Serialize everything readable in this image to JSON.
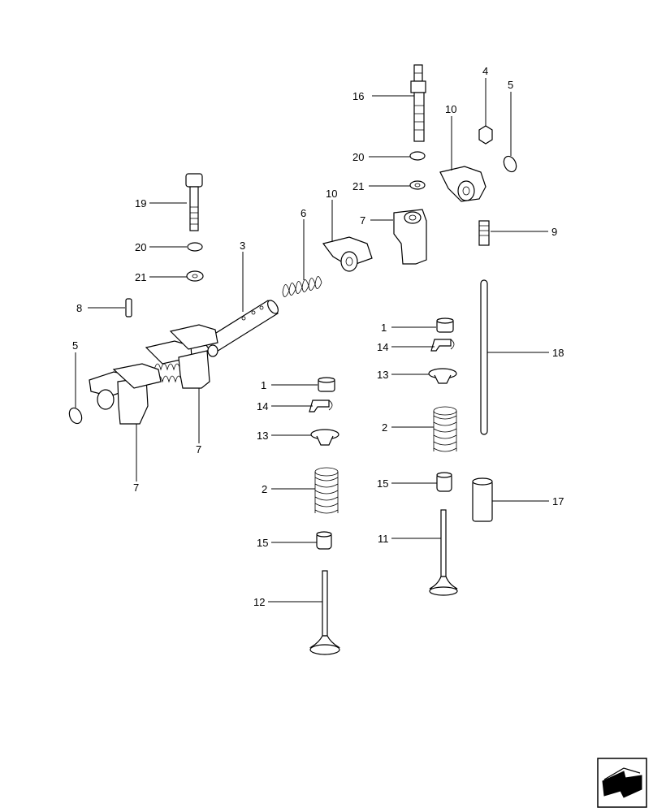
{
  "callouts": {
    "c1a": "1",
    "c1b": "1",
    "c2a": "2",
    "c2b": "2",
    "c3": "3",
    "c4": "4",
    "c5a": "5",
    "c5b": "5",
    "c6": "6",
    "c7a": "7",
    "c7b": "7",
    "c7c": "7",
    "c8": "8",
    "c9": "9",
    "c10a": "10",
    "c10b": "10",
    "c11": "11",
    "c12": "12",
    "c13a": "13",
    "c13b": "13",
    "c14a": "14",
    "c14b": "14",
    "c15a": "15",
    "c15b": "15",
    "c16": "16",
    "c17": "17",
    "c18": "18",
    "c19": "19",
    "c20a": "20",
    "c20b": "20",
    "c21a": "21",
    "c21b": "21"
  },
  "navigation": {
    "icon": "next-page-arrow-icon"
  }
}
